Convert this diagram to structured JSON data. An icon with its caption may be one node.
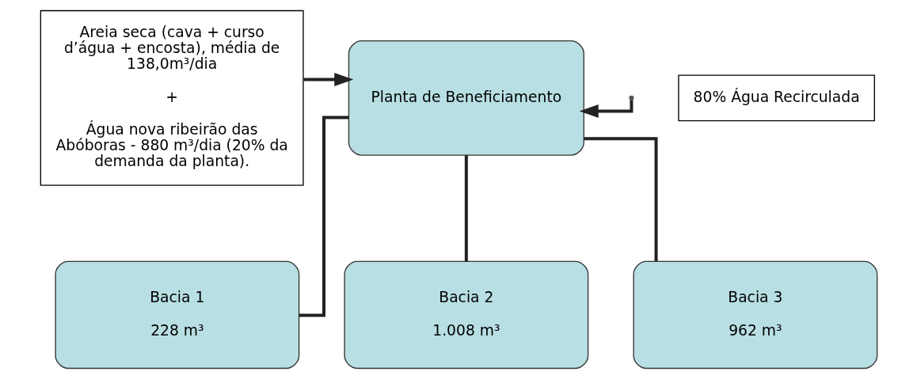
{
  "diagram": {
    "nodes": [
      {
        "text": [
          "Areia seca (cava + curso d’água + encosta), média de 138,0m³/dia",
          "+",
          "Água nova ribeirão das Abóboras - 880 m³/dia (20% da demanda da planta)."
        ]
      },
      {
        "text": [
          "Planta de Beneficiamento"
        ]
      },
      {
        "text": [
          "80% Água Recirculada"
        ]
      },
      {
        "text": [
          "Bacia 1",
          "228 m³"
        ]
      },
      {
        "text": [
          "Bacia 2",
          "1.008 m³"
        ]
      },
      {
        "text": [
          "Bacia 3",
          "962 m³"
        ]
      }
    ],
    "edges": [
      {
        "from": 0,
        "to": 1,
        "arrow": "to"
      },
      {
        "from": null,
        "to": 1,
        "arrow": "to"
      },
      {
        "from": 1,
        "to": 3,
        "arrow": "none"
      },
      {
        "from": 1,
        "to": 4,
        "arrow": "none"
      },
      {
        "from": 1,
        "to": 5,
        "arrow": "none"
      }
    ]
  }
}
